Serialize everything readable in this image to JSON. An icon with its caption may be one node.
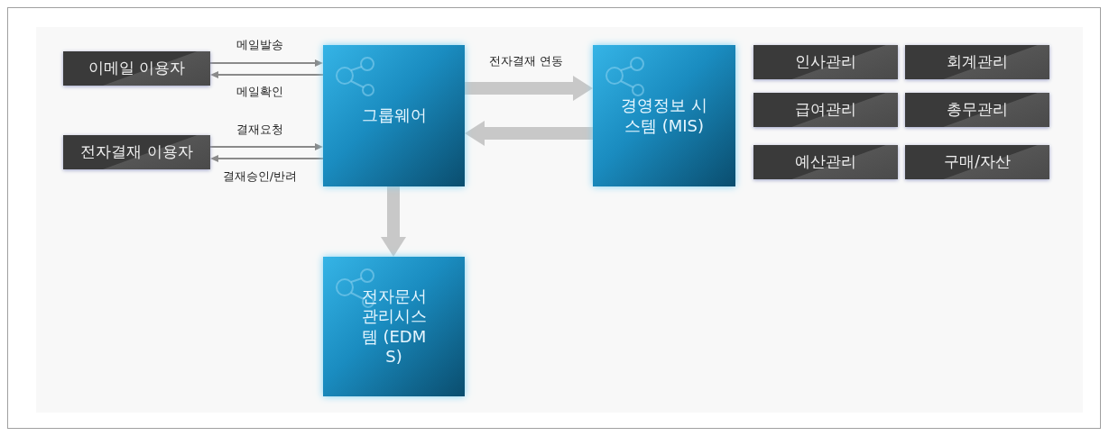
{
  "diagram": {
    "nodes": [
      {
        "text": [
          "이메일 이용자"
        ]
      },
      {
        "text": [
          "전자결재 이용자"
        ]
      },
      {
        "text": [
          "그룹웨어"
        ]
      },
      {
        "text": [
          "경영정보 시스템 (MIS)"
        ]
      },
      {
        "text": [
          "전자문서 관리시스템 (EDMS)"
        ]
      },
      {
        "text": [
          "인사관리"
        ]
      },
      {
        "text": [
          "회계관리"
        ]
      },
      {
        "text": [
          "급여관리"
        ]
      },
      {
        "text": [
          "총무관리"
        ]
      },
      {
        "text": [
          "예산관리"
        ]
      },
      {
        "text": [
          "구매/자산"
        ]
      }
    ],
    "edges": [
      {
        "from": 0,
        "to": 2,
        "arrow": "to",
        "label": "메일발송"
      },
      {
        "from": 2,
        "to": 0,
        "arrow": "to",
        "label": "메일확인"
      },
      {
        "from": 1,
        "to": 2,
        "arrow": "to",
        "label": "결재요청"
      },
      {
        "from": 2,
        "to": 1,
        "arrow": "to",
        "label": "결재승인/반려"
      },
      {
        "from": 2,
        "to": 3,
        "arrow": "to",
        "label": "전자결재 연동",
        "style": "thick",
        "color": "#c8c8c8"
      },
      {
        "from": 3,
        "to": 2,
        "arrow": "to",
        "style": "thick",
        "color": "#c8c8c8"
      },
      {
        "from": 2,
        "to": 4,
        "arrow": "to",
        "style": "thick",
        "color": "#c8c8c8"
      }
    ]
  }
}
